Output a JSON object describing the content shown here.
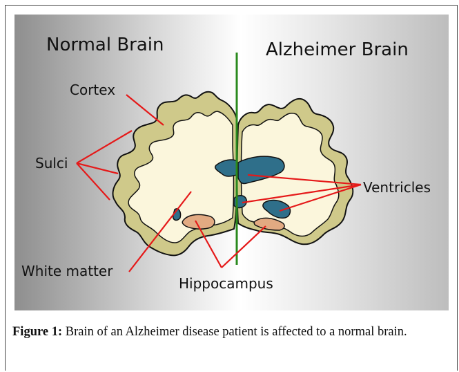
{
  "figure": {
    "labels": {
      "normal_brain": "Normal Brain",
      "alzheimer_brain": "Alzheimer Brain",
      "cortex": "Cortex",
      "sulci": "Sulci",
      "ventricles": "Ventricles",
      "white_matter": "White matter",
      "hippocampus": "Hippocampus"
    },
    "colors": {
      "cortex_fill": "#cfc98a",
      "white_matter_fill": "#fbf6dc",
      "ventricle_fill": "#2f6f8a",
      "hippocampus_fill": "#e2aa82",
      "pointer_lines": "#e51919",
      "divider_line": "#2a8a1e"
    }
  },
  "caption": {
    "label": "Figure 1:",
    "text": " Brain of an Alzheimer disease patient is affected to a normal brain."
  }
}
